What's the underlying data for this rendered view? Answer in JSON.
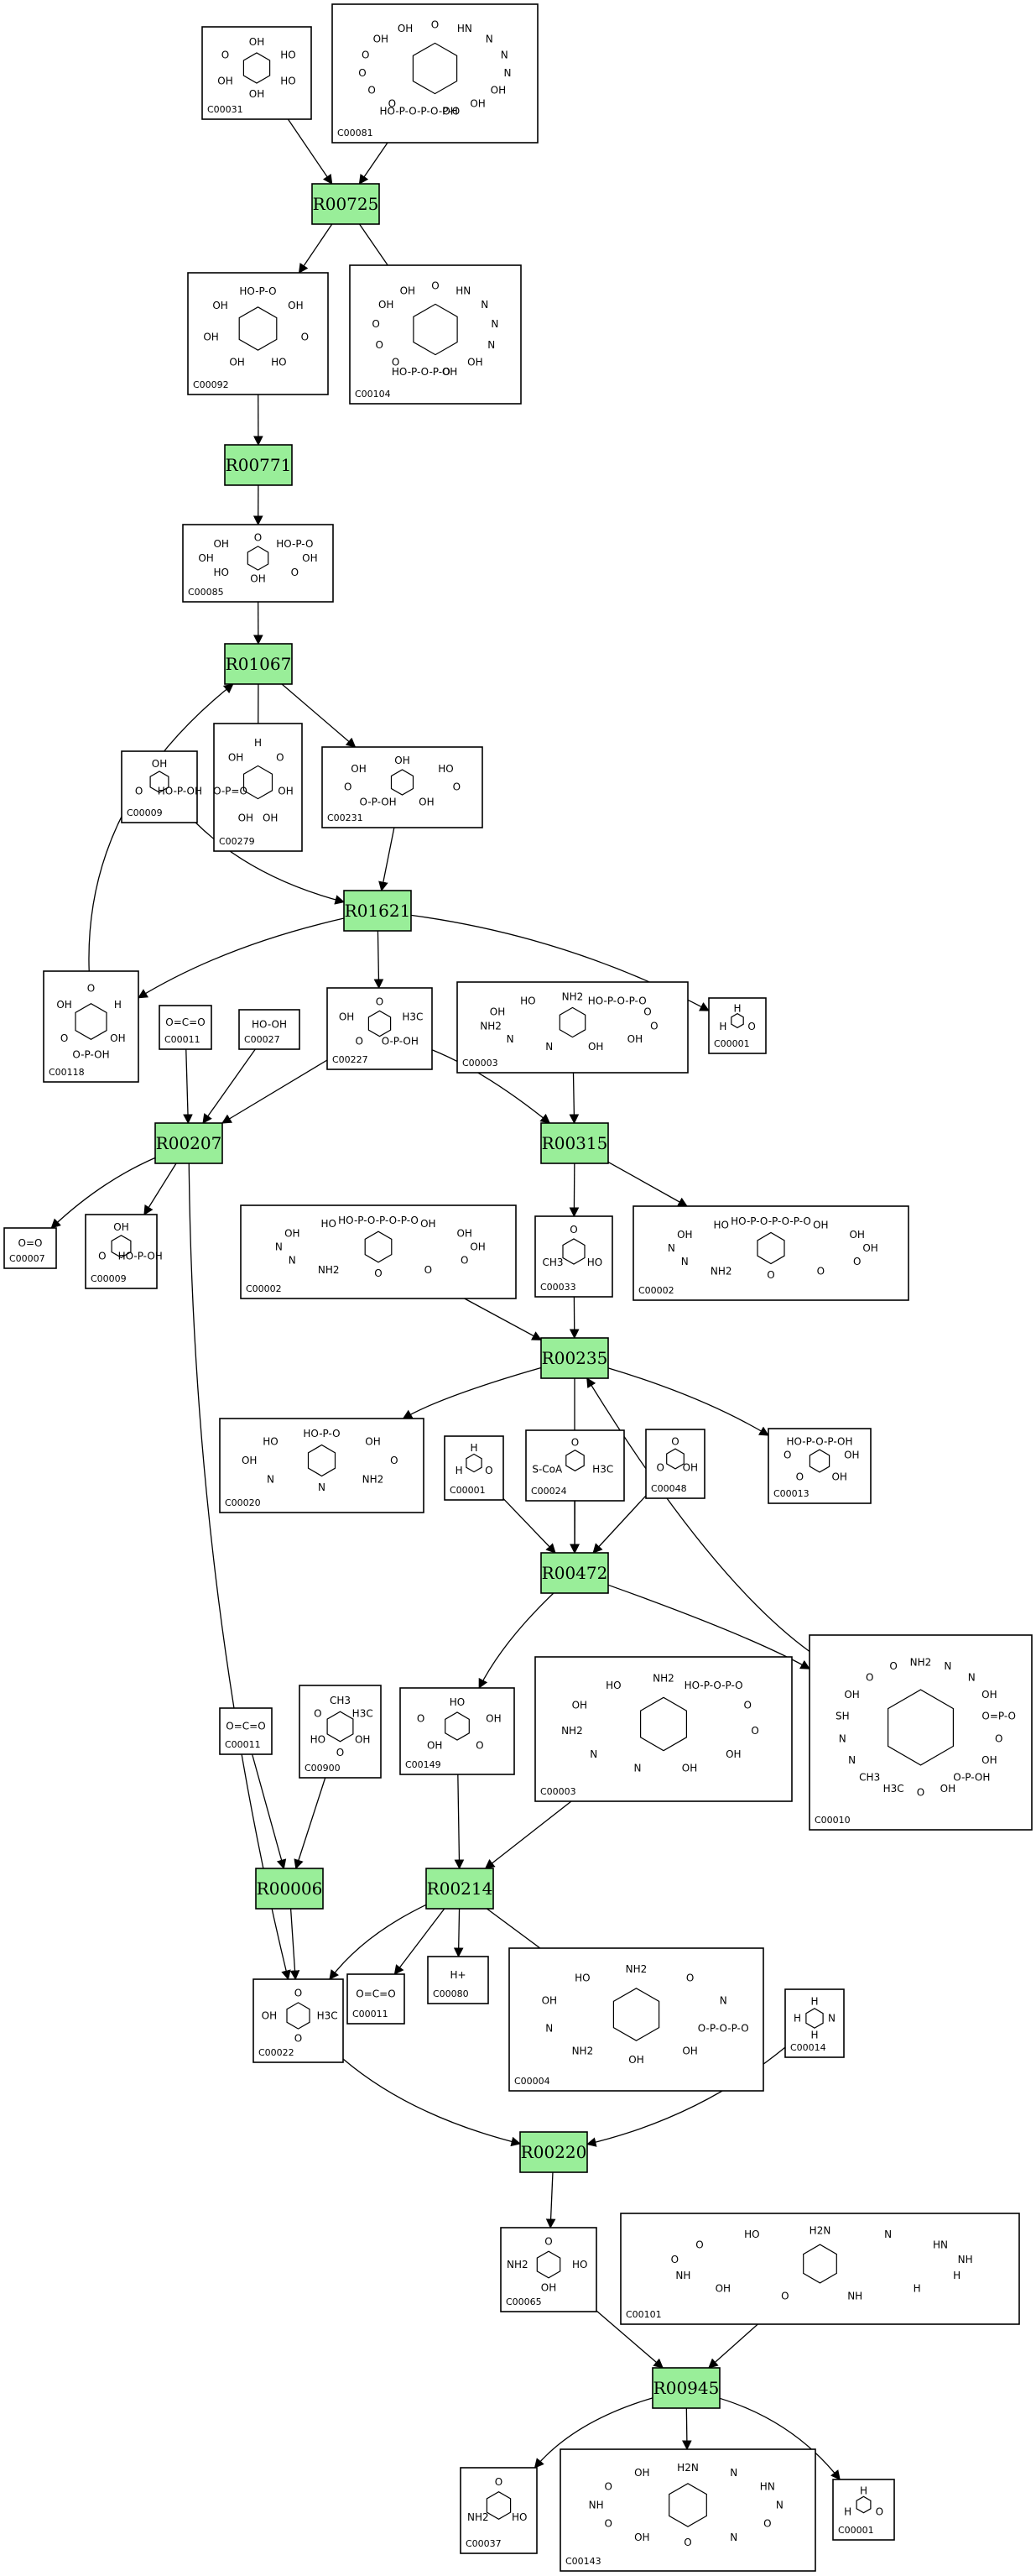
{
  "reactions": [
    {
      "id": "R00725"
    },
    {
      "id": "R00771"
    },
    {
      "id": "R01067"
    },
    {
      "id": "R01621"
    },
    {
      "id": "R00207"
    },
    {
      "id": "R00315"
    },
    {
      "id": "R00235"
    },
    {
      "id": "R00472"
    },
    {
      "id": "R00006"
    },
    {
      "id": "R00214"
    },
    {
      "id": "R00220"
    },
    {
      "id": "R00945"
    }
  ],
  "compounds": [
    {
      "id": "C00031",
      "struct": [
        "OH",
        "HO",
        "HO",
        "OH",
        "OH",
        "O"
      ]
    },
    {
      "id": "C00081",
      "struct": [
        "O",
        "HN",
        "N",
        "N",
        "N",
        "OH",
        "OH",
        "OH",
        "HO-P-O-P-O-P-O",
        "O",
        "O",
        "O",
        "O",
        "OH",
        "OH"
      ]
    },
    {
      "id": "C00092",
      "struct": [
        "HO-P-O",
        "OH",
        "O",
        "HO",
        "OH",
        "OH",
        "OH"
      ]
    },
    {
      "id": "C00104",
      "struct": [
        "O",
        "HN",
        "N",
        "N",
        "N",
        "OH",
        "OH",
        "HO-P-O-P-O",
        "O",
        "O",
        "O",
        "OH",
        "OH"
      ]
    },
    {
      "id": "C00085",
      "struct": [
        "O",
        "HO-P-O",
        "OH",
        "O",
        "OH",
        "HO",
        "OH",
        "OH"
      ]
    },
    {
      "id": "C00279",
      "struct": [
        "H",
        "O",
        "OH",
        "OH",
        "OH",
        "O-P=O",
        "OH"
      ]
    },
    {
      "id": "C00231",
      "struct": [
        "OH",
        "HO",
        "O",
        "OH",
        "O-P-OH",
        "O",
        "OH"
      ]
    },
    {
      "id": "C00009",
      "struct": [
        "OH",
        "HO-P-OH",
        "O"
      ]
    },
    {
      "id": "C00118",
      "struct": [
        "O",
        "H",
        "OH",
        "O-P-OH",
        "O",
        "OH"
      ]
    },
    {
      "id": "C00011",
      "struct": [
        "O=C=O"
      ]
    },
    {
      "id": "C00027",
      "struct": [
        "HO-OH"
      ]
    },
    {
      "id": "C00227",
      "struct": [
        "O",
        "H3C",
        "O-P-OH",
        "O",
        "OH"
      ]
    },
    {
      "id": "C00003",
      "struct": [
        "NH2",
        "HO-P-O-P-O",
        "O",
        "O",
        "OH",
        "OH",
        "N",
        "N",
        "NH2",
        "OH",
        "HO"
      ]
    },
    {
      "id": "C00001",
      "struct": [
        "H",
        "O",
        "H"
      ]
    },
    {
      "id": "C00007",
      "struct": [
        "O=O"
      ]
    },
    {
      "id": "C00002",
      "struct": [
        "HO-P-O-P-O-P-O",
        "OH",
        "OH",
        "OH",
        "O",
        "O",
        "O",
        "NH2",
        "N",
        "N",
        "OH",
        "HO"
      ]
    },
    {
      "id": "C00033",
      "struct": [
        "O",
        "HO",
        "CH3"
      ]
    },
    {
      "id": "C00020",
      "struct": [
        "HO-P-O",
        "OH",
        "O",
        "NH2",
        "N",
        "N",
        "OH",
        "HO"
      ]
    },
    {
      "id": "C00024",
      "struct": [
        "O",
        "H3C",
        "S-CoA"
      ]
    },
    {
      "id": "C00048",
      "struct": [
        "O",
        "OH",
        "O"
      ]
    },
    {
      "id": "C00013",
      "struct": [
        "HO-P-O-P-OH",
        "OH",
        "OH",
        "O",
        "O"
      ]
    },
    {
      "id": "C00010",
      "struct": [
        "NH2",
        "N",
        "N",
        "OH",
        "O=P-O",
        "O",
        "OH",
        "O-P-OH",
        "OH",
        "O",
        "H3C",
        "CH3",
        "N",
        "N",
        "SH",
        "OH",
        "O",
        "O"
      ]
    },
    {
      "id": "C00900",
      "struct": [
        "CH3",
        "H3C",
        "OH",
        "O",
        "HO",
        "O"
      ]
    },
    {
      "id": "C00149",
      "struct": [
        "HO",
        "OH",
        "O",
        "OH",
        "O"
      ]
    },
    {
      "id": "C00022",
      "struct": [
        "O",
        "H3C",
        "O",
        "OH"
      ]
    },
    {
      "id": "C00080",
      "struct": [
        "H+"
      ]
    },
    {
      "id": "C00004",
      "struct": [
        "NH2",
        "O",
        "N",
        "O-P-O-P-O",
        "OH",
        "OH",
        "NH2",
        "N",
        "OH",
        "HO"
      ]
    },
    {
      "id": "C00014",
      "struct": [
        "H",
        "N",
        "H",
        "H"
      ]
    },
    {
      "id": "C00065",
      "struct": [
        "O",
        "HO",
        "OH",
        "NH2"
      ]
    },
    {
      "id": "C00101",
      "struct": [
        "H2N",
        "N",
        "HN",
        "NH",
        "H",
        "H",
        "NH",
        "O",
        "OH",
        "NH",
        "O",
        "O",
        "HO"
      ]
    },
    {
      "id": "C00037",
      "struct": [
        "O",
        "HO",
        "NH2"
      ]
    },
    {
      "id": "C00143",
      "struct": [
        "H2N",
        "N",
        "HN",
        "N",
        "O",
        "N",
        "O",
        "OH",
        "O",
        "NH",
        "O",
        "OH"
      ]
    }
  ]
}
